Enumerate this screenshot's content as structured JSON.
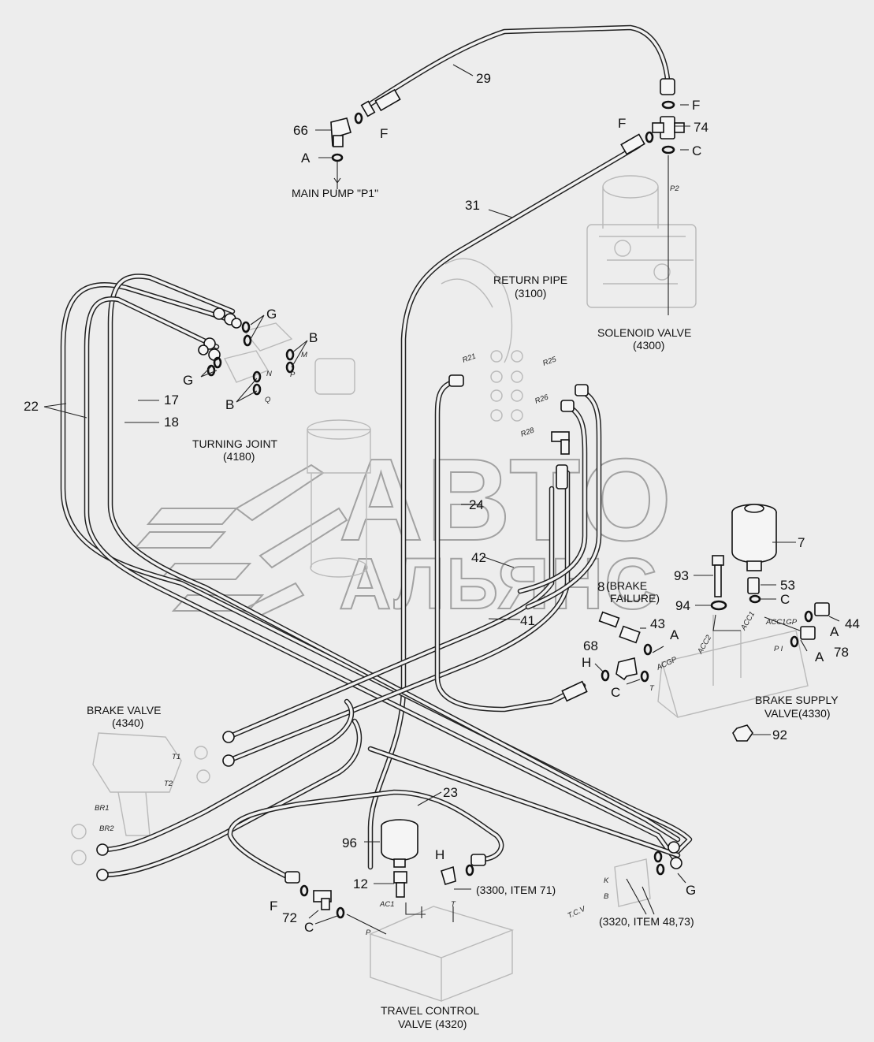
{
  "components": {
    "main_pump": "MAIN PUMP \"P1\"",
    "return_pipe": [
      "RETURN PIPE",
      "(3100)"
    ],
    "solenoid_valve": [
      "SOLENOID VALVE",
      "(4300)"
    ],
    "turning_joint": [
      "TURNING JOINT",
      "(4180)"
    ],
    "brake_valve": [
      "BRAKE VALVE",
      "(4340)"
    ],
    "brake_supply_valve": [
      "BRAKE SUPPLY",
      "VALVE(4330)"
    ],
    "travel_control_valve": [
      "TRAVEL CONTROL",
      "VALVE (4320)"
    ],
    "brake_failure": [
      "(BRAKE",
      "FAILURE)"
    ],
    "ref_3300": "(3300, ITEM 71)",
    "ref_3320": "(3320, ITEM 48,73)"
  },
  "items": {
    "i29": "29",
    "i66": "66",
    "i74": "74",
    "i31": "31",
    "i22": "22",
    "i17": "17",
    "i18": "18",
    "i24": "24",
    "i42": "42",
    "i41": "41",
    "i7": "7",
    "i93": "93",
    "i8": "8",
    "i53": "53",
    "i94": "94",
    "i43": "43",
    "i44": "44",
    "i68": "68",
    "i78": "78",
    "i92": "92",
    "i23": "23",
    "i96": "96",
    "i12": "12",
    "i72": "72"
  },
  "seals": {
    "A": "A",
    "B": "B",
    "C": "C",
    "F": "F",
    "G": "G",
    "H": "H"
  },
  "ports": {
    "p2": "P2",
    "r21": "R21",
    "r25": "R25",
    "r26": "R26",
    "r28": "R28",
    "m": "M",
    "p": "P",
    "n": "N",
    "q": "Q",
    "t1": "T1",
    "t2": "T2",
    "br1": "BR1",
    "br2": "BR2",
    "acc1": "ACC1",
    "acc2": "ACC2",
    "acc1gp": "ACC1GP",
    "accgp": "ACGP",
    "t": "T",
    "pi": "P I",
    "ac1": "AC1",
    "tcv": "T.C.V",
    "k": "K",
    "b": "B",
    "p_port": "P",
    "t_port": "T"
  },
  "watermark": {
    "line1": "АВТО",
    "line2": "АЛЬЯНС"
  }
}
